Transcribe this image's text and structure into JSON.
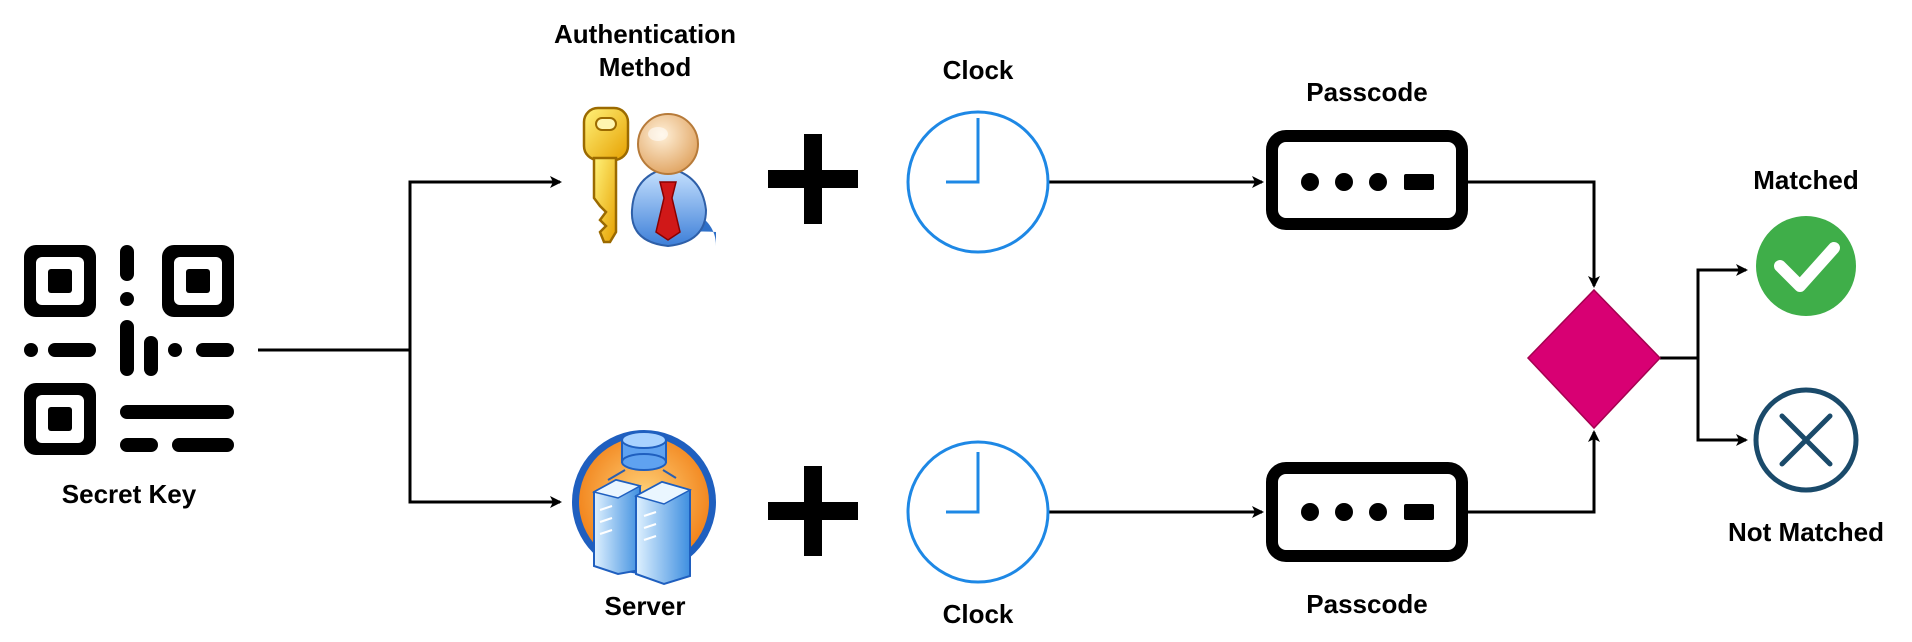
{
  "labels": {
    "secret_key": "Secret Key",
    "auth_method": "Authentication\nMethod",
    "server": "Server",
    "clock_top": "Clock",
    "clock_bottom": "Clock",
    "passcode_top": "Passcode",
    "passcode_bottom": "Passcode",
    "matched": "Matched",
    "not_matched": "Not Matched"
  },
  "icons": {
    "secret_key": "qr-code-icon",
    "auth_method": "key-user-icon",
    "server": "server-database-icon",
    "plus": "plus-icon",
    "clock": "clock-icon",
    "passcode": "password-field-icon",
    "decision": "decision-diamond",
    "matched": "check-circle-icon",
    "not_matched": "x-circle-icon"
  },
  "colors": {
    "clock_stroke": "#1e88e5",
    "decision_fill": "#d80073",
    "matched_fill": "#3fae49",
    "not_matched_stroke": "#1a4a6a"
  }
}
